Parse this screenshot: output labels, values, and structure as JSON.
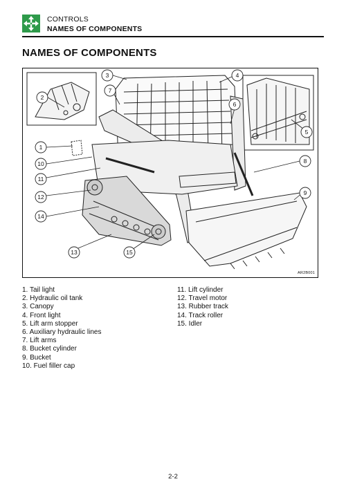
{
  "header": {
    "section": "CONTROLS",
    "title": "NAMES OF COMPONENTS",
    "icon": "crossed-arrows-icon",
    "icon_color": "#2e9a4a"
  },
  "page_title": "NAMES OF COMPONENTS",
  "figure": {
    "code": "AR2B001",
    "callouts": [
      "1",
      "2",
      "3",
      "4",
      "5",
      "6",
      "7",
      "8",
      "9",
      "10",
      "11",
      "12",
      "13",
      "14",
      "15"
    ]
  },
  "legend": {
    "left": [
      "1. Tail light",
      "2. Hydraulic oil tank",
      "3. Canopy",
      "4. Front light",
      "5. Lift arm stopper",
      "6. Auxiliary hydraulic lines",
      "7. Lift arms",
      "8. Bucket cylinder",
      "9. Bucket",
      "10. Fuel filler cap"
    ],
    "right": [
      "11. Lift cylinder",
      "12. Travel motor",
      "13. Rubber track",
      "14. Track roller",
      "15. Idler"
    ]
  },
  "page_number": "2-2"
}
